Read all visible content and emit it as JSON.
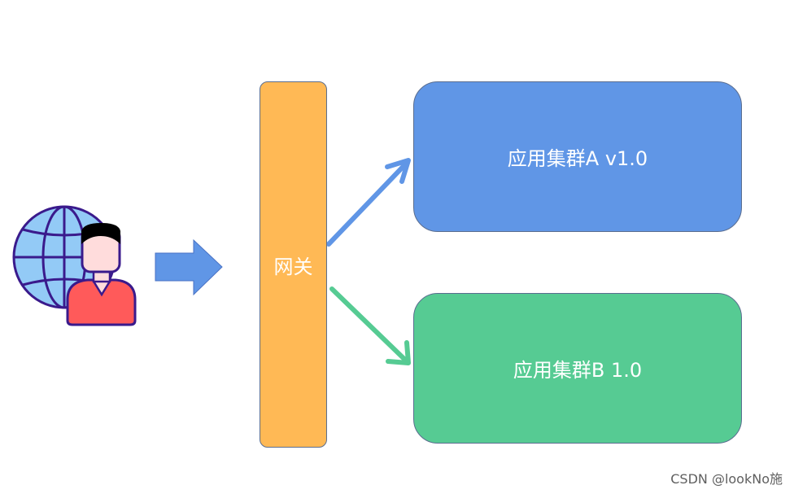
{
  "gateway": {
    "label": "网关",
    "color": "#ffb955"
  },
  "clusters": [
    {
      "label": "应用集群A v1.0",
      "color": "#6096e6"
    },
    {
      "label": "应用集群B 1.0",
      "color": "#56cb93"
    }
  ],
  "arrows": {
    "entry": {
      "color": "#6096e6"
    },
    "to_a": {
      "color": "#6096e6"
    },
    "to_b": {
      "color": "#56cb93"
    }
  },
  "icons": {
    "user": "globe-user-icon"
  },
  "watermark": "CSDN @lookNo施"
}
